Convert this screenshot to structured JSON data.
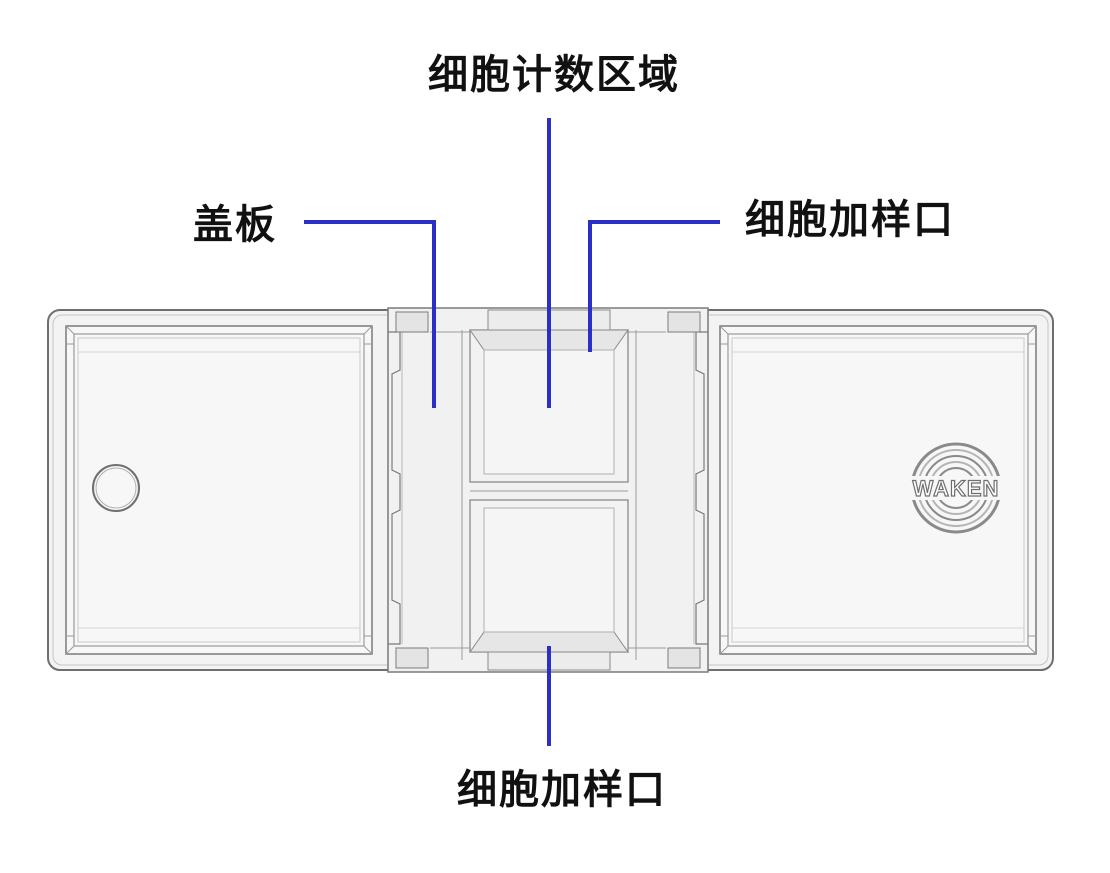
{
  "labels": {
    "counting_area": "细胞计数区域",
    "cover_plate": "盖板",
    "sample_port_top": "细胞加样口",
    "sample_port_bottom": "细胞加样口"
  },
  "logo": {
    "text": "WAKEN"
  },
  "colors": {
    "leader_line": "#2b2fc8",
    "outline": "#6f6f6f",
    "inner_line": "#a8a8a8",
    "slide_fill": "#f3f3f3",
    "panel_fill": "#f7f7f7",
    "label_text": "#111111"
  }
}
